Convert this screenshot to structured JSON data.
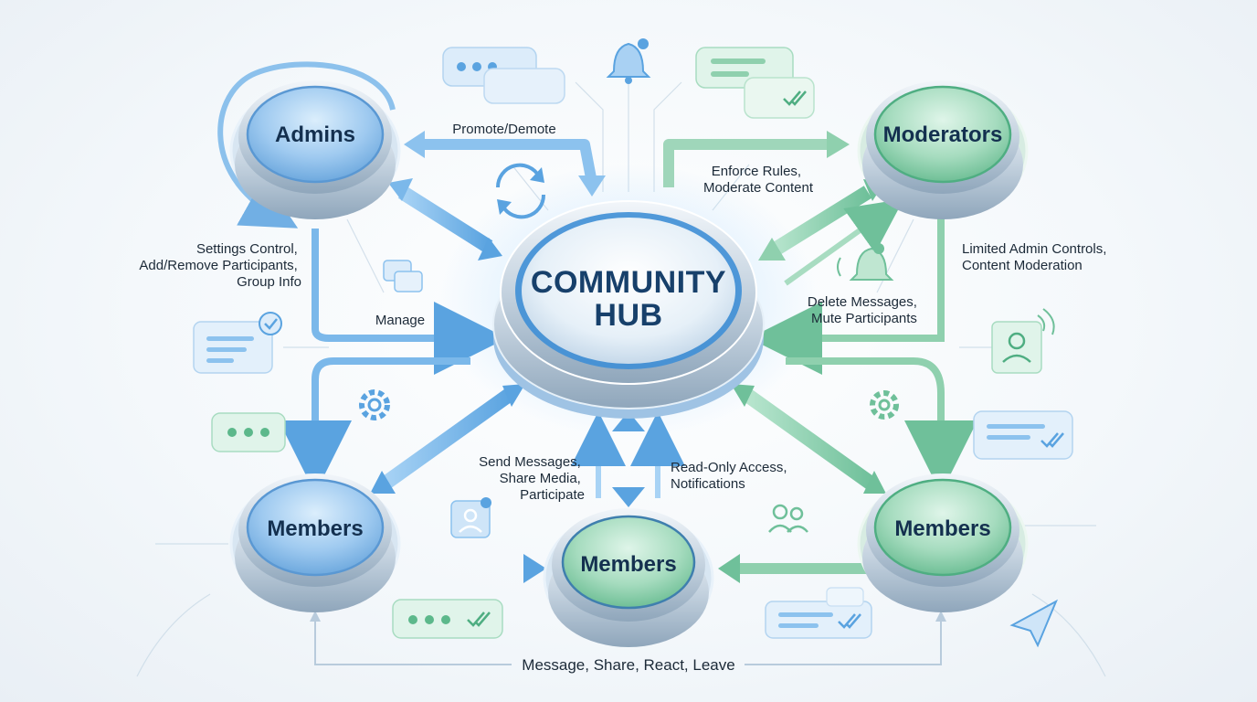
{
  "hub": {
    "line1": "COMMUNITY",
    "line2": "HUB"
  },
  "nodes": {
    "admins": "Admins",
    "moderators": "Moderators",
    "members_left": "Members",
    "members_center": "Members",
    "members_right": "Members"
  },
  "edge_labels": {
    "promote_demote": "Promote/Demote",
    "enforce_rules": [
      "Enforce Rules,",
      "Moderate Content"
    ],
    "settings_control": [
      "Settings Control,",
      "Add/Remove Participants,",
      "Group Info"
    ],
    "limited_admin": [
      "Limited Admin Controls,",
      "Content Moderation"
    ],
    "manage": "Manage",
    "delete_messages": [
      "Delete Messages,",
      "Mute Participants"
    ],
    "send_messages": [
      "Send Messages,",
      "Share Media,",
      "Participate"
    ],
    "read_only": [
      "Read-Only Access,",
      "Notifications"
    ],
    "bottom": "Message, Share, React, Leave"
  },
  "colors": {
    "blue_accent": "#5aa3e0",
    "green_accent": "#6fc09a",
    "dark_text": "#14304f",
    "hub_text": "#17406b"
  },
  "icons": [
    "chat-bubble-icon",
    "bell-icon",
    "refresh-icon",
    "gear-icon",
    "user-card-icon",
    "users-icon",
    "paper-plane-icon",
    "checkmark-icon"
  ]
}
